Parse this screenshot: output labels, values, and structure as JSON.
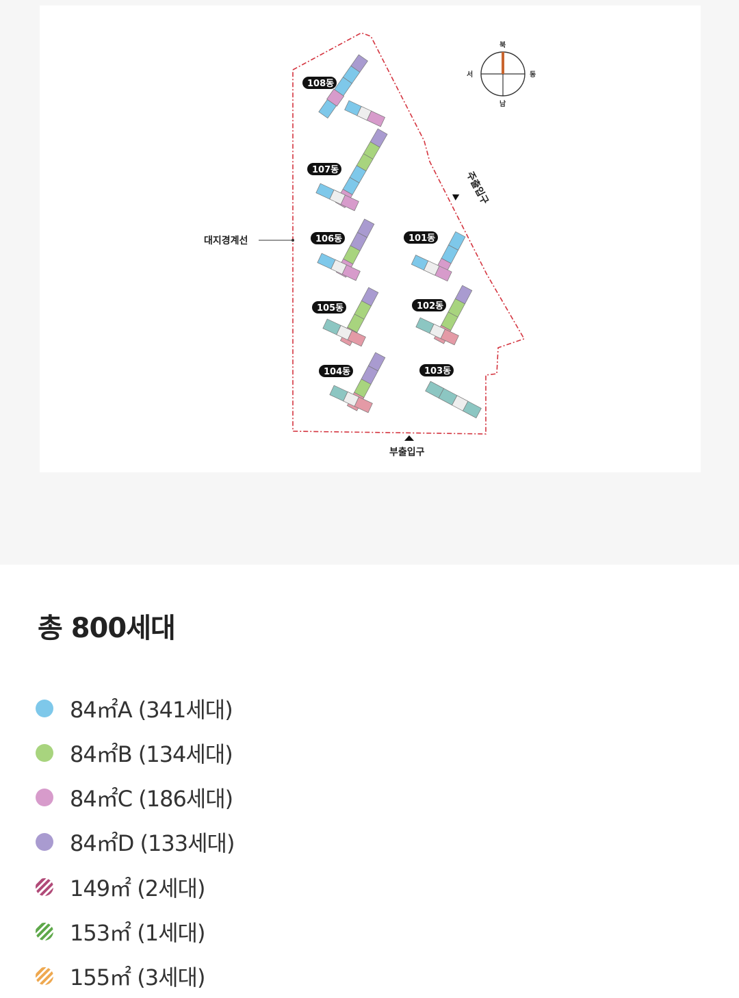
{
  "site_map": {
    "boundary_label": "대지경계선",
    "main_entrance": "주출입구",
    "sub_entrance": "부출입구",
    "compass": {
      "north": "북",
      "south": "남",
      "east": "동",
      "west": "서"
    },
    "buildings": [
      {
        "label": "108동"
      },
      {
        "label": "107동"
      },
      {
        "label": "106동"
      },
      {
        "label": "105동"
      },
      {
        "label": "104동"
      },
      {
        "label": "101동"
      },
      {
        "label": "102동"
      },
      {
        "label": "103동"
      }
    ]
  },
  "summary": {
    "total": "총 800세대"
  },
  "legend": [
    {
      "label": "84㎡A (341세대)",
      "color": "#7ec8ea",
      "pattern": "solid"
    },
    {
      "label": "84㎡B (134세대)",
      "color": "#a8d47e",
      "pattern": "solid"
    },
    {
      "label": "84㎡C (186세대)",
      "color": "#d79bcb",
      "pattern": "solid"
    },
    {
      "label": "84㎡D (133세대)",
      "color": "#a99bd0",
      "pattern": "solid"
    },
    {
      "label": "149㎡ (2세대)",
      "color": "#b14a78",
      "pattern": "striped"
    },
    {
      "label": "153㎡ (1세대)",
      "color": "#5ea84a",
      "pattern": "striped"
    },
    {
      "label": "155㎡ (3세대)",
      "color": "#eea850",
      "pattern": "striped"
    }
  ]
}
